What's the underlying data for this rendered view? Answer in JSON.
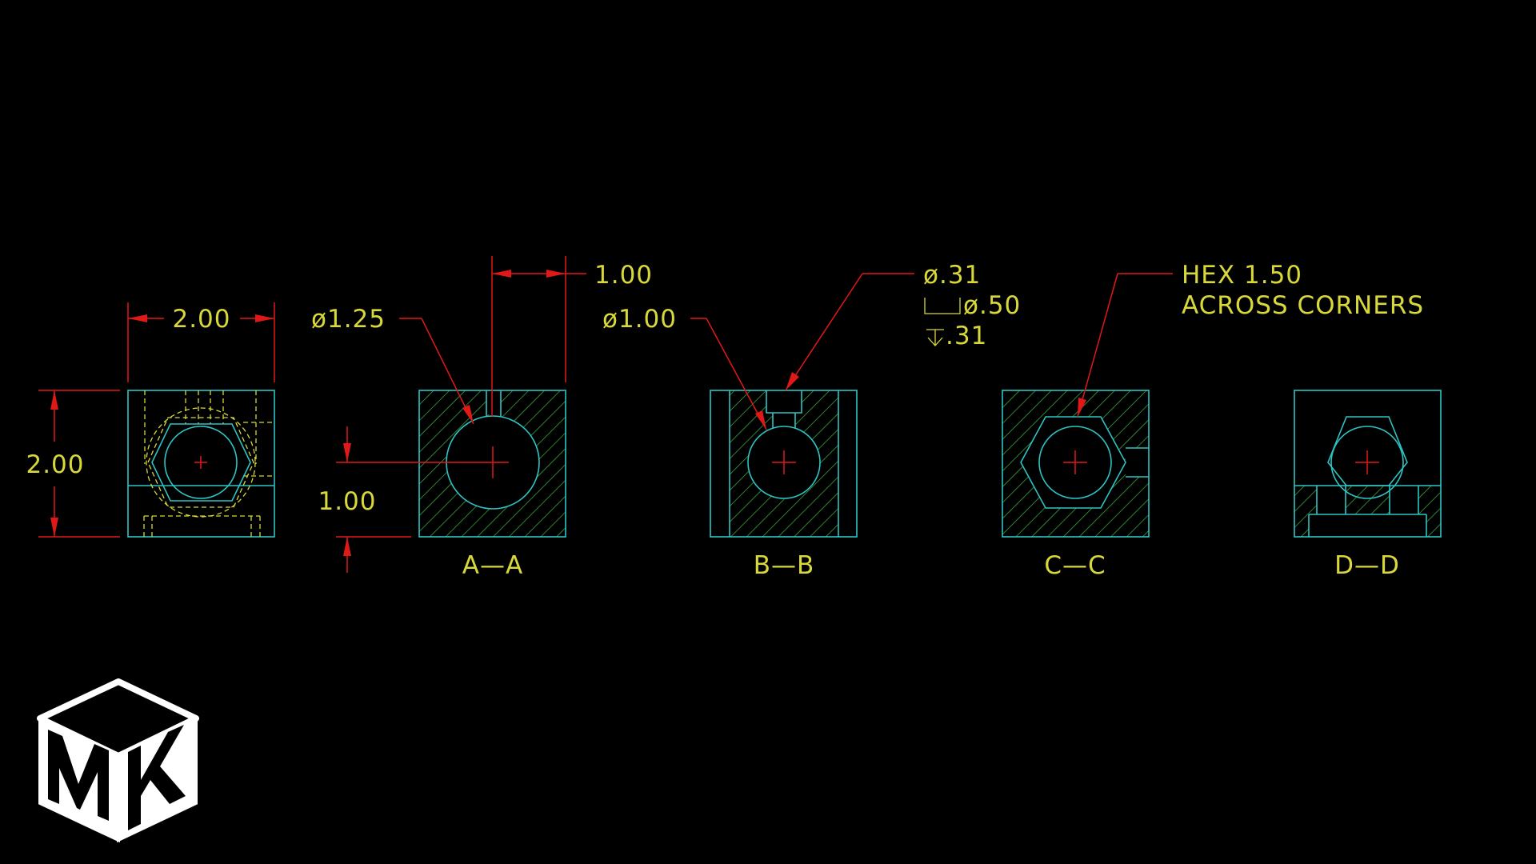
{
  "dimensions": {
    "front_width": "2.00",
    "front_height": "2.00",
    "bore_diameter": "ø1.25",
    "slot_offset": "1.00",
    "center_height": "1.00",
    "counterbore_bore": "ø1.00",
    "hole_callout": {
      "line1": "ø.31",
      "line2": "ø.50",
      "line3": ".31"
    },
    "hex_note": {
      "line1": "HEX 1.50",
      "line2": "ACROSS CORNERS"
    }
  },
  "sections": {
    "a": "A—A",
    "b": "B—B",
    "c": "C—C",
    "d": "D—D"
  },
  "logo": {
    "letters": "MK"
  },
  "colors": {
    "background": "#000000",
    "object_line": "#2ec4c4",
    "dimension_line": "#e01818",
    "text": "#d8d83a",
    "hatch": "#3fb84a"
  }
}
